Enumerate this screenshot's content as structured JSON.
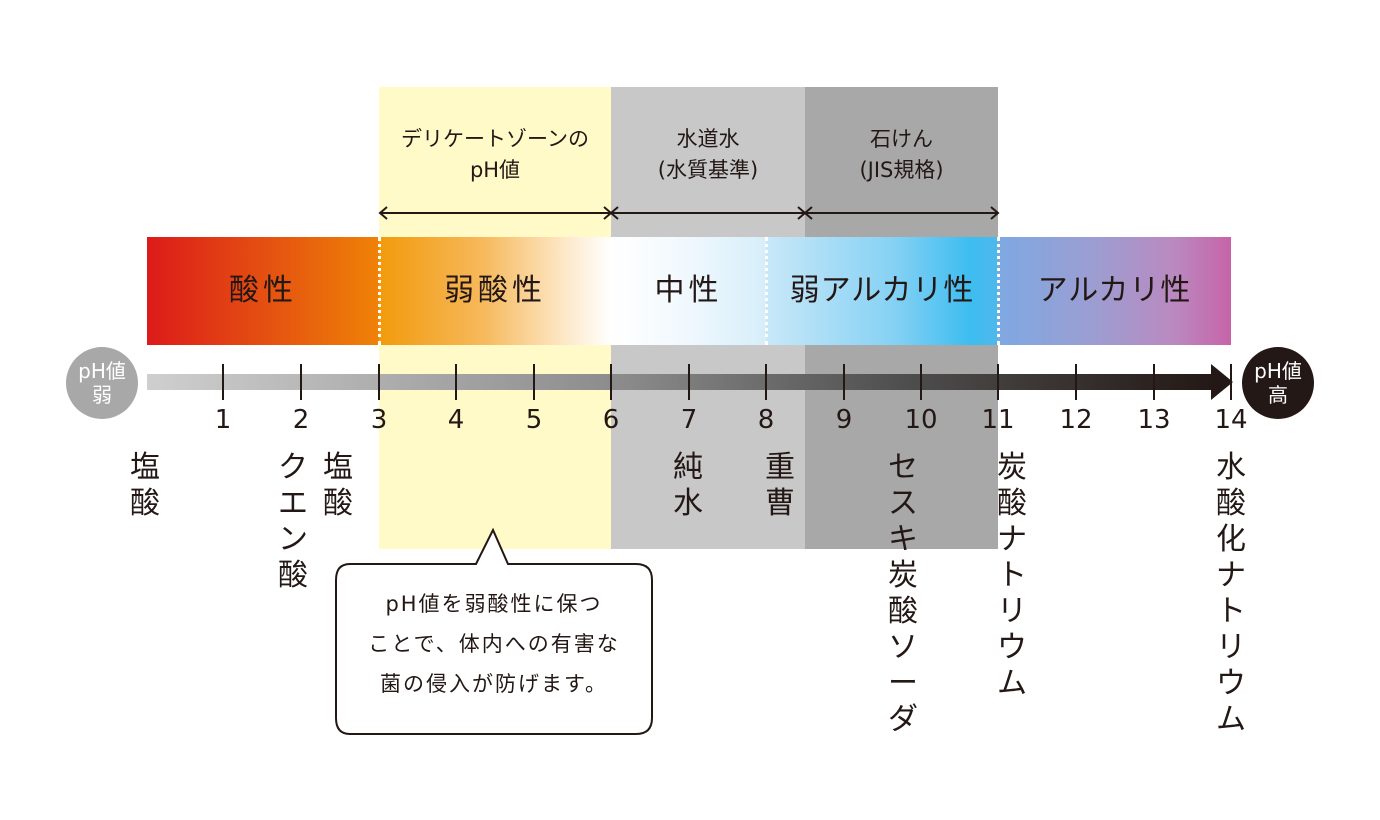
{
  "zones": {
    "delicate": {
      "line1": "デリケートゾーンの",
      "line2": "pH値",
      "color": "#fffac8"
    },
    "tap_water": {
      "line1": "水道水",
      "line2": "(水質基準)",
      "color": "#c8c8c9"
    },
    "soap": {
      "line1": "石けん",
      "line2": "(JIS規格)",
      "color": "#a8a8a8"
    }
  },
  "bands": [
    {
      "label": "酸性"
    },
    {
      "label": "弱酸性"
    },
    {
      "label": "中性"
    },
    {
      "label": "弱アルカリ性"
    },
    {
      "label": "アルカリ性"
    }
  ],
  "axis": {
    "low": {
      "line1": "pH値",
      "line2": "弱",
      "color": "#a8a8a8"
    },
    "high": {
      "line1": "pH値",
      "line2": "高",
      "color": "#231815"
    },
    "ticks": [
      "1",
      "2",
      "3",
      "4",
      "5",
      "6",
      "7",
      "8",
      "9",
      "10",
      "11",
      "12",
      "13",
      "14"
    ]
  },
  "substances": {
    "hydrochloric_acid_1": "塩酸",
    "citric_acid": "クエン酸",
    "hydrochloric_acid_2": "塩酸",
    "pure_water": "純水",
    "baking_soda": "重曹",
    "sesqui": "セスキ炭酸ソーダ",
    "sodium_carbonate": "炭酸ナトリウム",
    "sodium_hydroxide": "水酸化ナトリウム"
  },
  "callout": {
    "line1": "pH値を弱酸性に保つ",
    "line2": "ことで、体内への有害な",
    "line3": "菌の侵入が防げます。"
  }
}
